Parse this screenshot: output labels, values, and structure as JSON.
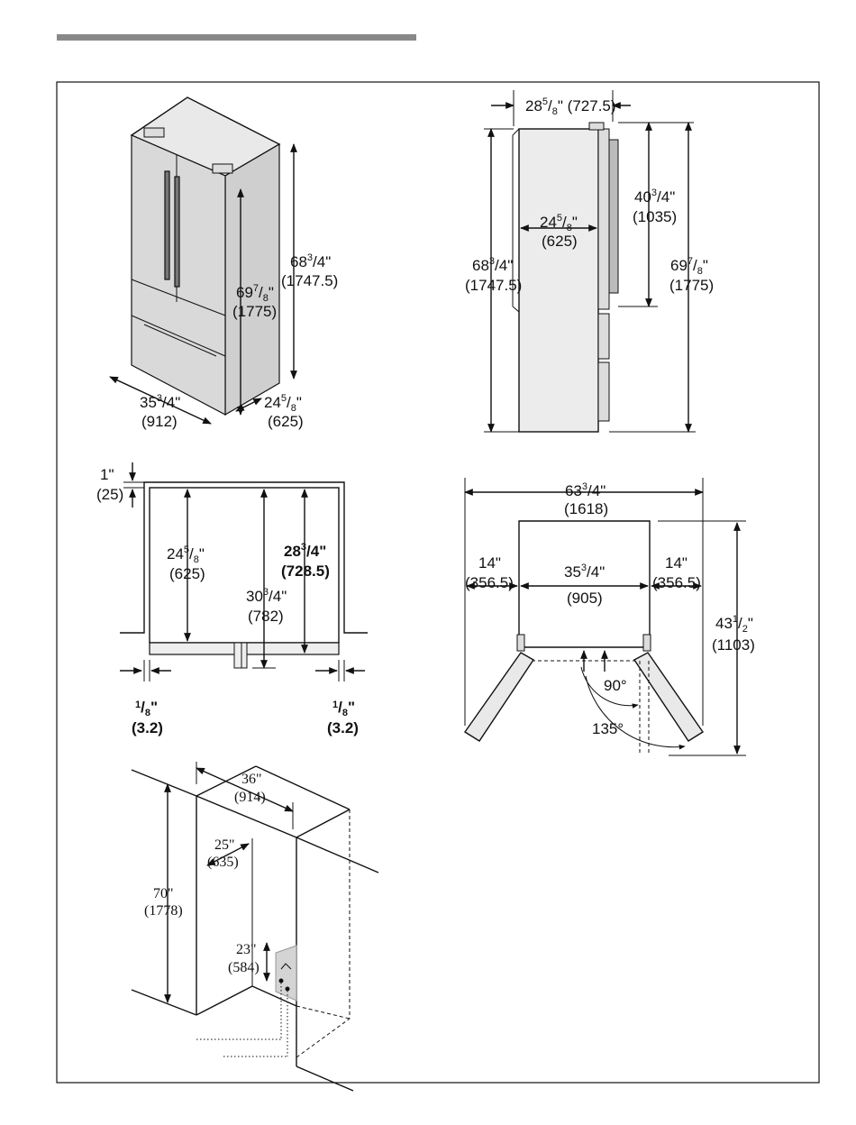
{
  "views": {
    "front": {
      "height": [
        "68",
        "3",
        "4",
        "\"",
        "(1747.5)"
      ],
      "door_height": [
        "69",
        "7",
        "8",
        "\"",
        "(1775)"
      ],
      "width": [
        "35",
        "3",
        "4",
        "\"",
        "(912)"
      ],
      "depth": [
        "24",
        "5",
        "8",
        "\"",
        "(625)"
      ]
    },
    "side": {
      "depth_top": [
        "28",
        "5",
        "8",
        "\" (727.5)"
      ],
      "cabinet_depth": [
        "24",
        "5",
        "8",
        "\"",
        "(625)"
      ],
      "door_height": [
        "40",
        "3",
        "4",
        "\"",
        "(1035)"
      ],
      "height": [
        "68",
        "3",
        "4",
        "\"",
        "(1747.5)"
      ],
      "total_height": [
        "69",
        "7",
        "8",
        "\"",
        "(1775)"
      ]
    },
    "top": {
      "rear_gap": [
        "1\"",
        "(25)"
      ],
      "cabinet_depth": [
        "24",
        "5",
        "8",
        "\"",
        "(625)"
      ],
      "overall_depth": [
        "30",
        "3",
        "4",
        "\"",
        "(782)"
      ],
      "depth_door": [
        "28",
        "3",
        "4",
        "\"",
        "(728.5)"
      ],
      "side_gap_left": [
        "1",
        "8",
        "\"",
        "(3.2)"
      ],
      "side_gap_right": [
        "1",
        "8",
        "\"",
        "(3.2)"
      ]
    },
    "door_swing": {
      "overall_width": [
        "63",
        "3",
        "4",
        "\"",
        "(1618)"
      ],
      "left_clearance": [
        "14\"",
        "(356.5)"
      ],
      "width": [
        "35",
        "3",
        "4",
        "\"",
        "(905)"
      ],
      "right_clearance": [
        "14\"",
        "(356.5)"
      ],
      "depth": [
        "43",
        "1",
        "2",
        "\"",
        "(1103)"
      ],
      "angle_90": "90°",
      "angle_135": "135°"
    },
    "installation": {
      "width": [
        "36\"",
        "(914)"
      ],
      "depth": [
        "25\"",
        "(635)"
      ],
      "height": [
        "70\"",
        "(1778)"
      ],
      "water": [
        "23\"",
        "(584)"
      ]
    }
  }
}
